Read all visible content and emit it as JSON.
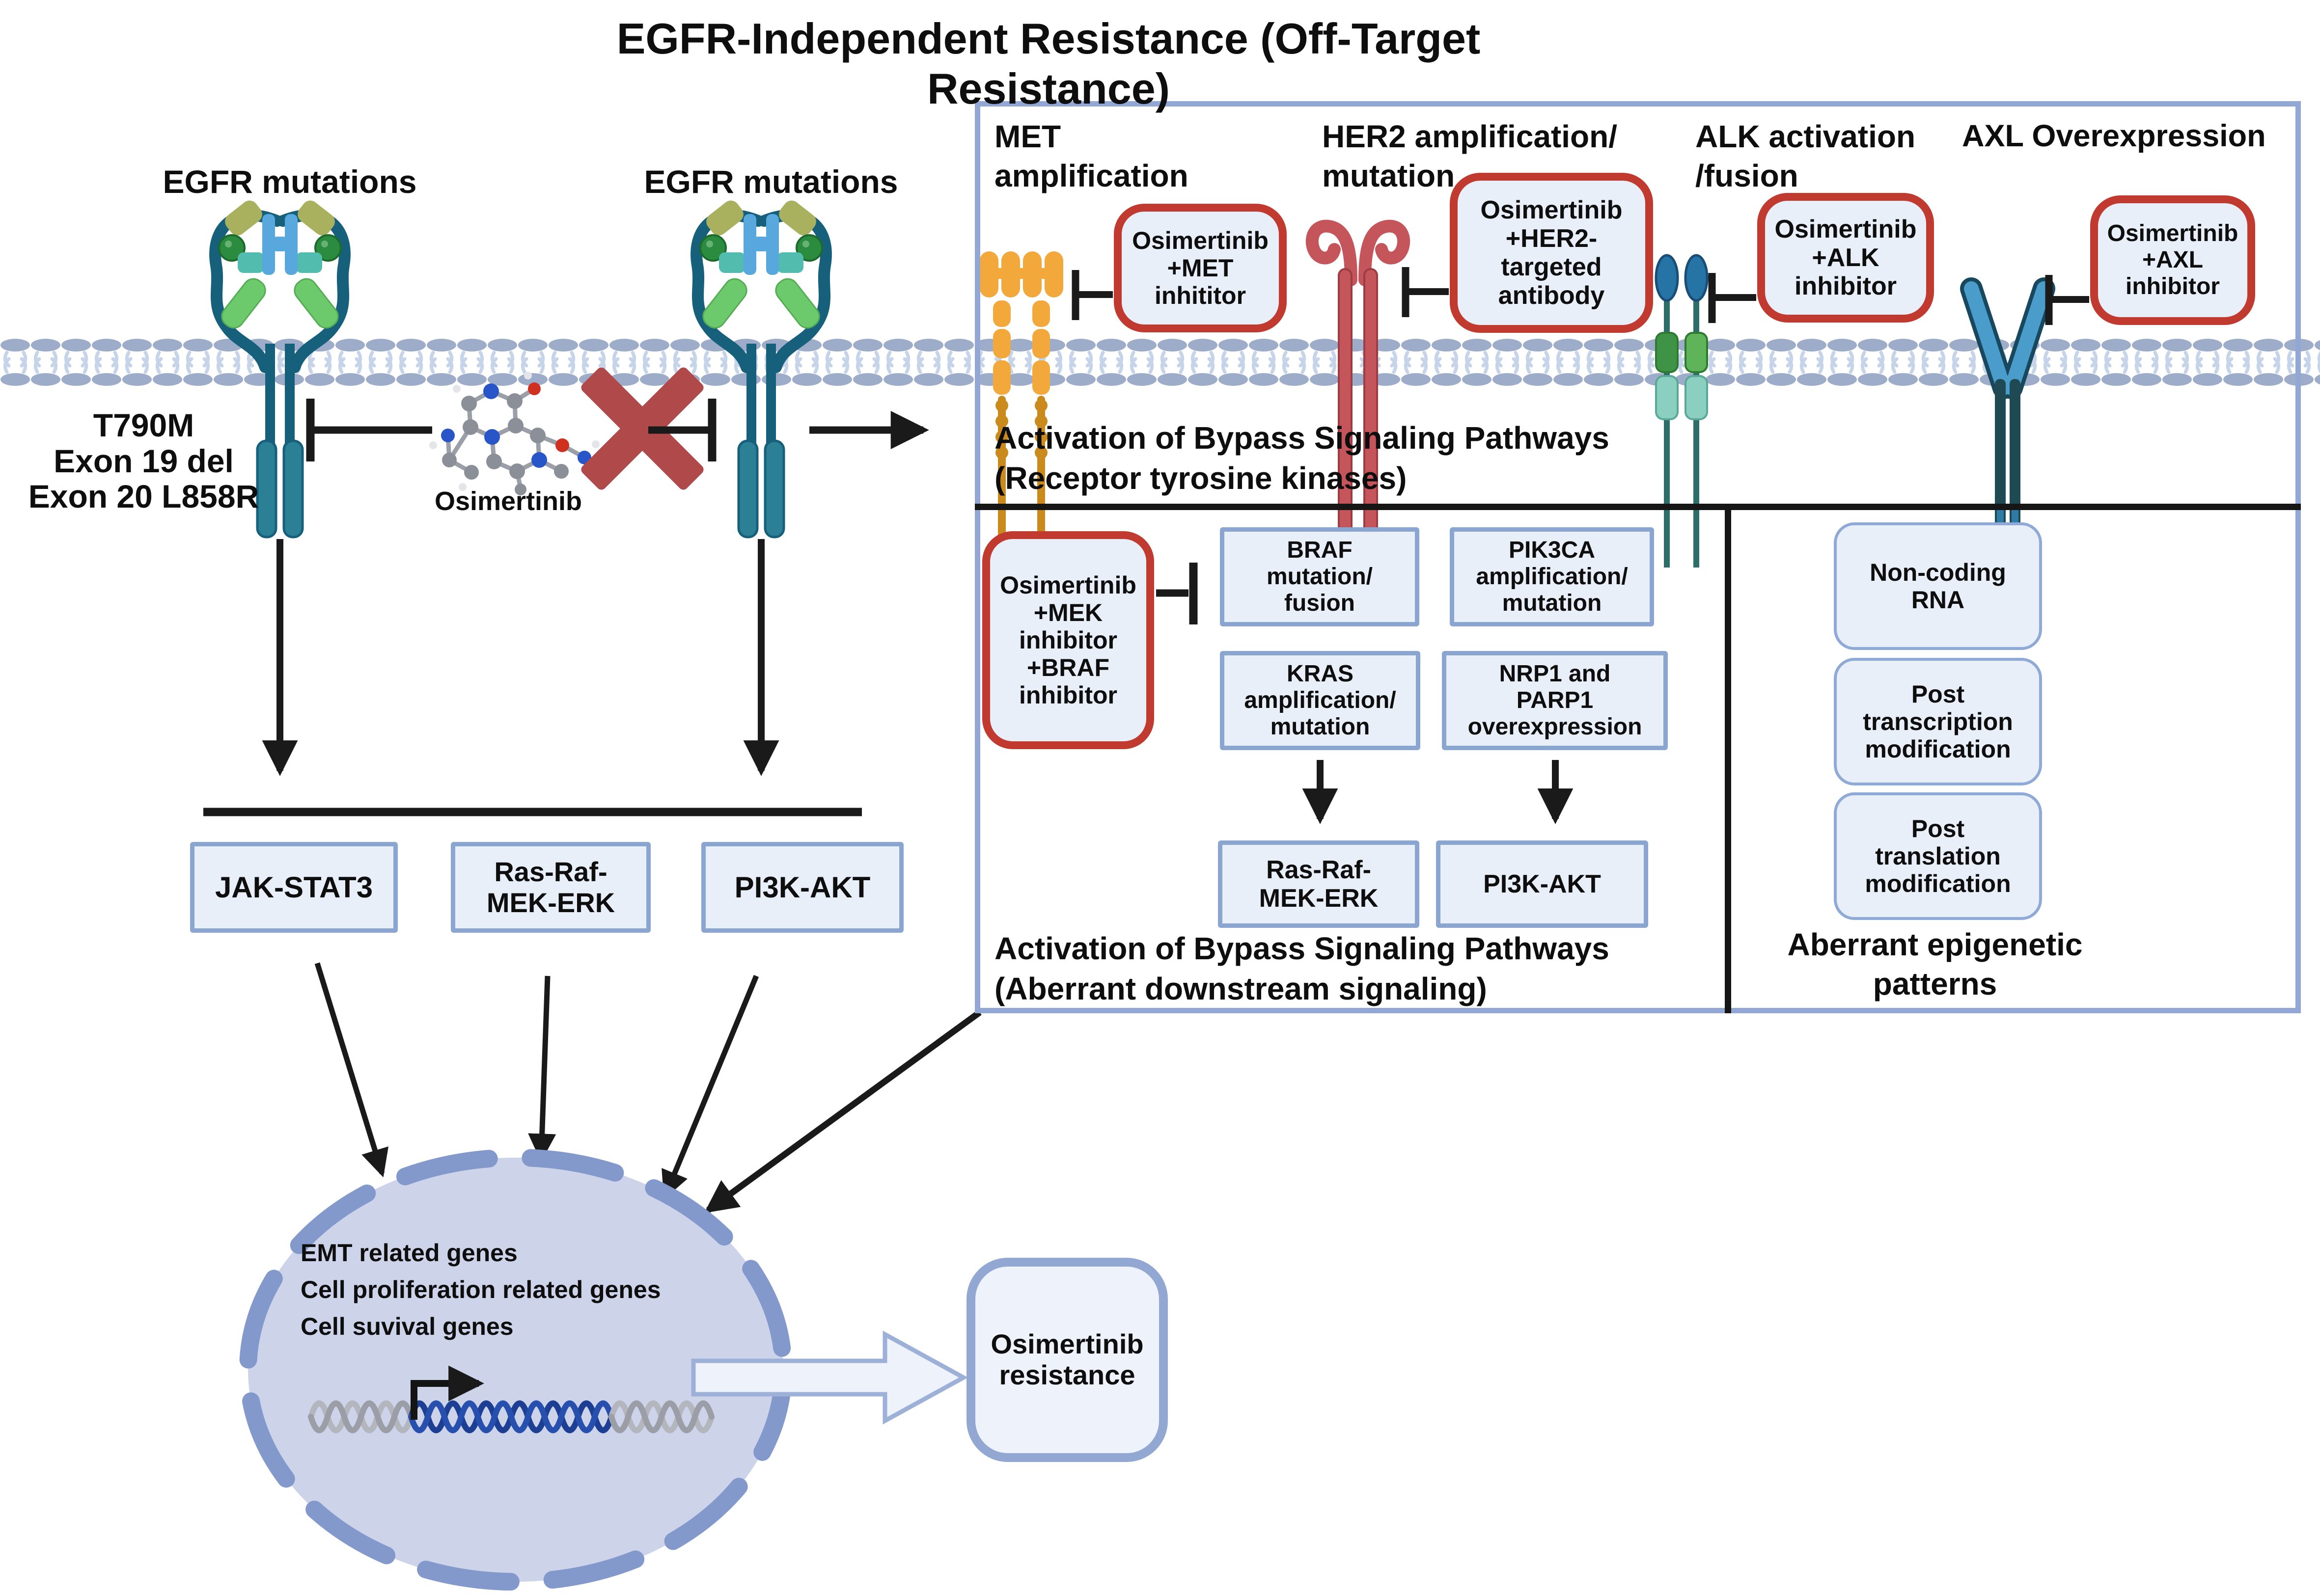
{
  "title": "EGFR-Independent Resistance (Off-Target Resistance)",
  "left": {
    "egfr_label_left": "EGFR mutations",
    "egfr_label_right": "EGFR mutations",
    "egfr_mutation_list": "T790M\nExon 19 del\nExon 20 L858R",
    "drug_label": "Osimertinib",
    "pathway_boxes": [
      "JAK-STAT3",
      "Ras-Raf-\nMEK-ERK",
      "PI3K-AKT"
    ]
  },
  "bypass_panel": {
    "rtk": {
      "met_label": "MET\namplification",
      "her2_label": "HER2 amplification/\nmutation",
      "alk_label": "ALK activation\n/fusion",
      "axl_label": "AXL Overexpression",
      "met_box": "Osimertinib\n+MET\ninhititor",
      "her2_box": "Osimertinib\n+HER2-\ntargeted\nantibody",
      "alk_box": "Osimertinib\n+ALK\ninhibitor",
      "axl_box": "Osimertinib\n+AXL\ninhibitor",
      "caption": "Activation of Bypass Signaling Pathways\n(Receptor tyrosine kinases)"
    },
    "downstream": {
      "combo_box": "Osimertinib\n+MEK\ninhibitor\n+BRAF\ninhibitor",
      "braf_box": "BRAF\nmutation/\nfusion",
      "pik3ca_box": "PIK3CA\namplification/\nmutation",
      "kras_box": "KRAS\namplification/\nmutation",
      "nrp1_box": "NRP1 and\nPARP1\noverexpression",
      "rasraf_box": "Ras-Raf-\nMEK-ERK",
      "pi3kakt_box": "PI3K-AKT",
      "caption": "Activation of Bypass Signaling Pathways\n(Aberrant downstream signaling)"
    },
    "epigenetic": {
      "boxes": [
        "Non-coding\nRNA",
        "Post\ntranscription\nmodification",
        "Post\ntranslation\nmodification"
      ],
      "caption": "Aberrant epigenetic\npatterns"
    }
  },
  "nucleus": {
    "gene_list": "EMT related genes\nCell proliferation related genes\nCell suvival genes"
  },
  "outcome_box": "Osimertinib\nresistance",
  "colors": {
    "panel_border": "#92a7d3",
    "box_fill": "#e9eff9",
    "box_border_blue": "#8ba5d1",
    "box_border_red": "#c13a2f",
    "membrane_head": "#9dacc8",
    "membrane_tail": "#c6d4ea",
    "nucleus_fill": "#cdd4ea",
    "nucleus_border": "#8399cc",
    "inhibit_x_red": "#b0494a",
    "arrow_black": "#1a1a1a",
    "met_orange": "#f3a83b",
    "her2_red": "#c4555b",
    "alk_blue": "#2673a5",
    "axl_teal": "#1f4a54",
    "egfr_teal": "#16607c",
    "dna_blue": "#1c3f93"
  }
}
